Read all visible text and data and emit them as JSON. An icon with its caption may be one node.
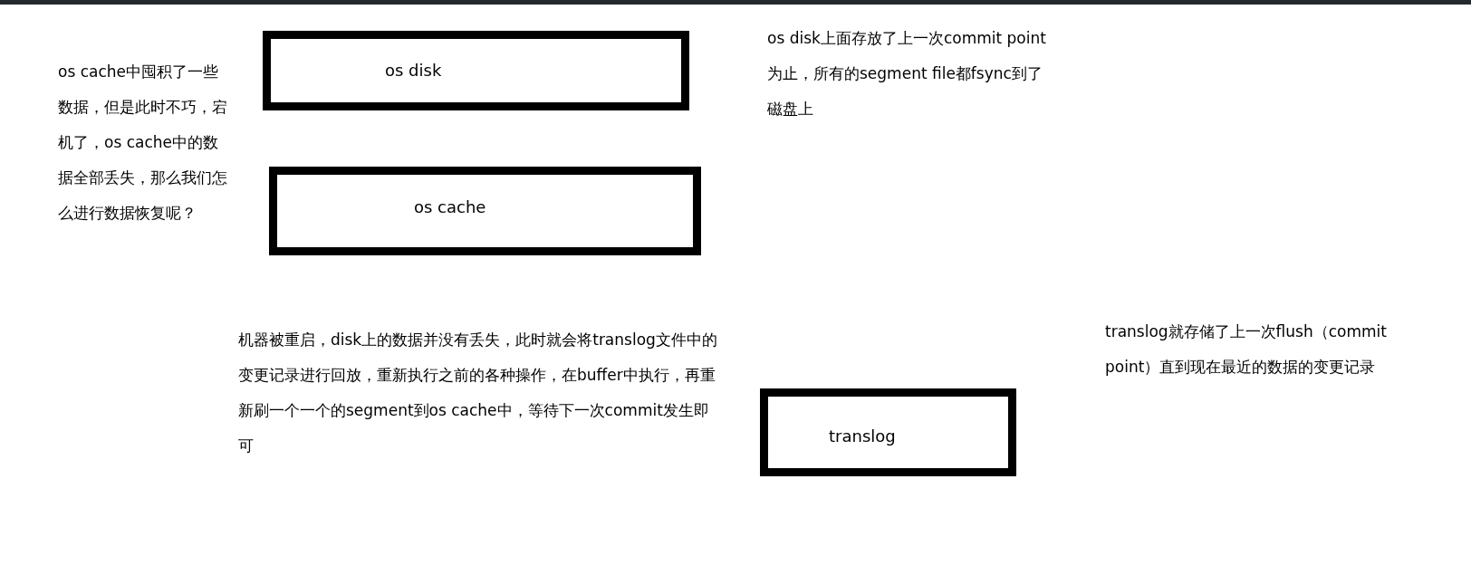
{
  "diagram": {
    "nodes": [
      {
        "text": [
          "os disk"
        ]
      },
      {
        "text": [
          "os cache"
        ]
      },
      {
        "text": [
          "translog"
        ]
      }
    ],
    "edges": [],
    "labels": [
      "os disk上面存放了上一次commit point为止，所有的segment file都fsync到了磁盘上",
      "os cache中囤积了一些数据，但是此时不巧，宕机了，os cache中的数据全部丢失，那么我们怎么进行数据恢复呢？",
      "translog就存储了上一次flush（commit point）直到现在最近的数据的变更记录",
      "机器被重启，disk上的数据并没有丢失，此时就会将translog文件中的变更记录进行回放，重新执行之前的各种操作，在buffer中执行，再重新刷一个一个的segment到os cache中，等待下一次commit发生即可"
    ]
  }
}
